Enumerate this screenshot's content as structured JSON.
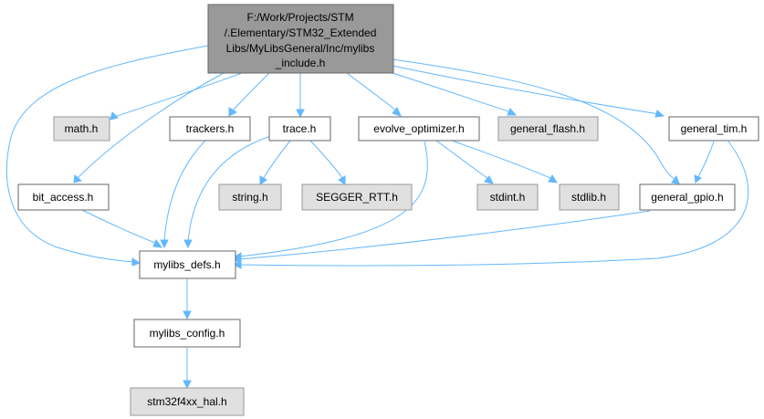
{
  "diagram": {
    "colors": {
      "edge": "#63b8ff",
      "main_fill": "#999999",
      "internal_fill": "#ffffff",
      "external_fill": "#e0e0e0",
      "border": "#666666"
    },
    "nodes": {
      "main": {
        "lines": [
          "F:/Work/Projects/STM",
          "/.Elementary/STM32_Extended",
          "Libs/MyLibsGeneral/Inc/mylibs",
          "_include.h"
        ]
      },
      "math_h": "math.h",
      "trackers_h": "trackers.h",
      "trace_h": "trace.h",
      "evolve_optimizer_h": "evolve_optimizer.h",
      "general_flash_h": "general_flash.h",
      "general_tim_h": "general_tim.h",
      "bit_access_h": "bit_access.h",
      "string_h": "string.h",
      "segger_rtt_h": "SEGGER_RTT.h",
      "stdint_h": "stdint.h",
      "stdlib_h": "stdlib.h",
      "general_gpio_h": "general_gpio.h",
      "mylibs_defs_h": "mylibs_defs.h",
      "mylibs_config_h": "mylibs_config.h",
      "stm32f4xx_hal_h": "stm32f4xx_hal.h"
    },
    "edges": [
      [
        "main",
        "math_h"
      ],
      [
        "main",
        "trackers_h"
      ],
      [
        "main",
        "trace_h"
      ],
      [
        "main",
        "evolve_optimizer_h"
      ],
      [
        "main",
        "general_flash_h"
      ],
      [
        "main",
        "general_tim_h"
      ],
      [
        "main",
        "bit_access_h"
      ],
      [
        "main",
        "general_gpio_h"
      ],
      [
        "main",
        "mylibs_defs_h"
      ],
      [
        "trackers_h",
        "mylibs_defs_h"
      ],
      [
        "trace_h",
        "string_h"
      ],
      [
        "trace_h",
        "segger_rtt_h"
      ],
      [
        "trace_h",
        "mylibs_defs_h"
      ],
      [
        "evolve_optimizer_h",
        "stdint_h"
      ],
      [
        "evolve_optimizer_h",
        "stdlib_h"
      ],
      [
        "evolve_optimizer_h",
        "mylibs_defs_h"
      ],
      [
        "general_tim_h",
        "general_gpio_h"
      ],
      [
        "general_tim_h",
        "mylibs_defs_h"
      ],
      [
        "bit_access_h",
        "mylibs_defs_h"
      ],
      [
        "general_gpio_h",
        "mylibs_defs_h"
      ],
      [
        "mylibs_defs_h",
        "mylibs_config_h"
      ],
      [
        "mylibs_config_h",
        "stm32f4xx_hal_h"
      ]
    ]
  }
}
